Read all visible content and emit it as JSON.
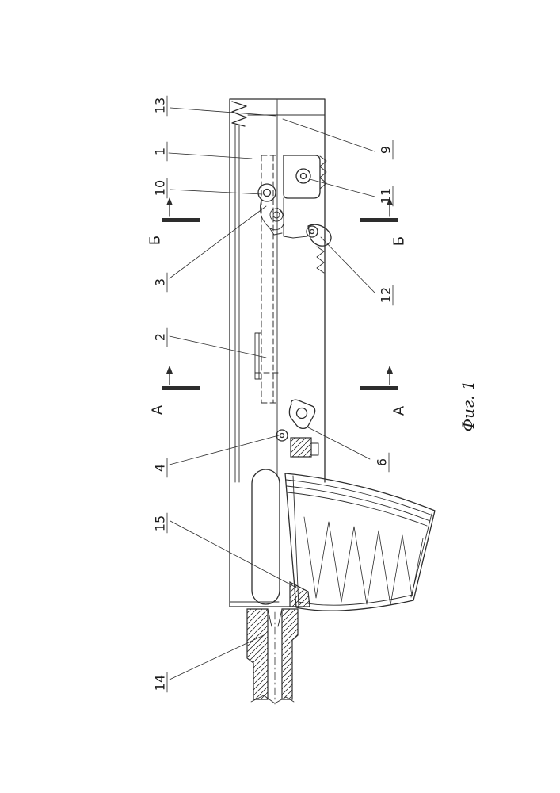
{
  "figure": {
    "caption": "Фиг. 1",
    "background": "#ffffff",
    "line_color": "#2d2d2d",
    "text_color": "#1c1c1c"
  },
  "labels": {
    "part13": "13",
    "part1": "1",
    "part10": "10",
    "part9": "9",
    "part11": "11",
    "part3": "3",
    "part12": "12",
    "part2": "2",
    "part4": "4",
    "part6": "6",
    "part15": "15",
    "part14": "14",
    "section_b_left": "Б",
    "section_b_right": "Б",
    "section_a_left": "А",
    "section_a_right": "А"
  }
}
